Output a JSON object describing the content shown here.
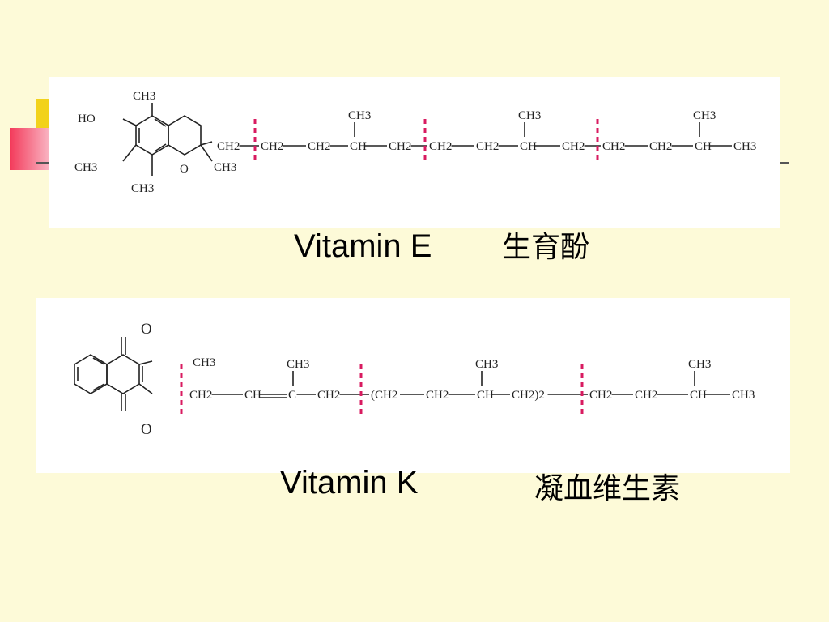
{
  "vitamin_e": {
    "caption": "Vitamin E",
    "chinese_name": "生育酚",
    "ring_labels": {
      "ho": "HO",
      "ch3_top": "CH3",
      "ch3_left": "CH3",
      "ch3_bottom": "CH3",
      "o": "O",
      "ch3_quat": "CH3"
    },
    "chain": [
      "CH2",
      "CH2",
      "CH2",
      "CH",
      "CH2",
      "CH2",
      "CH2",
      "CH",
      "CH2",
      "CH2",
      "CH2",
      "CH",
      "CH3"
    ],
    "branches": [
      "CH3",
      "CH3",
      "CH3"
    ]
  },
  "vitamin_k": {
    "caption": "Vitamin K",
    "chinese_name": "凝血维生素",
    "ring_labels": {
      "o_top": "O",
      "o_bottom": "O",
      "ch3": "CH3"
    },
    "chain": [
      "CH2",
      "CH",
      "C",
      "CH2",
      "(CH2",
      "CH2",
      "CH",
      "CH2)2",
      "CH2",
      "CH2",
      "CH",
      "CH3"
    ],
    "branches": [
      "CH3",
      "CH3",
      "CH3"
    ]
  },
  "colors": {
    "background": "#fdfad8",
    "panel": "#ffffff",
    "cut_marks": "#d81b60",
    "accent_yellow": "#f2d21b",
    "accent_pink": "#f33a5a"
  }
}
